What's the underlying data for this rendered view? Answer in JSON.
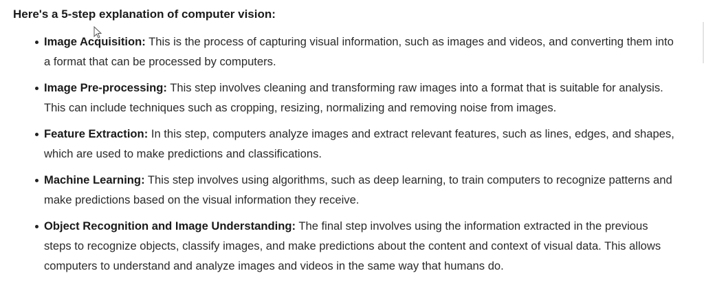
{
  "heading": "Here's a 5-step explanation of computer vision:",
  "items": [
    {
      "title": "Image Acquisition:",
      "text": " This is the process of capturing visual information, such as images and videos, and converting them into a format that can be processed by computers."
    },
    {
      "title": "Image Pre-processing:",
      "text": " This step involves cleaning and transforming raw images into a format that is suitable for analysis. This can include techniques such as cropping, resizing, normalizing and removing noise from images."
    },
    {
      "title": "Feature Extraction:",
      "text": " In this step, computers analyze images and extract relevant features, such as lines, edges, and shapes, which are used to make predictions and classifications."
    },
    {
      "title": "Machine Learning:",
      "text": " This step involves using algorithms, such as deep learning, to train computers to recognize patterns and make predictions based on the visual information they receive."
    },
    {
      "title": "Object Recognition and Image Understanding:",
      "text": " The final step involves using the information extracted in the previous steps to recognize objects, classify images, and make predictions about the content and context of visual data. This allows computers to understand and analyze images and videos in the same way that humans do."
    }
  ]
}
